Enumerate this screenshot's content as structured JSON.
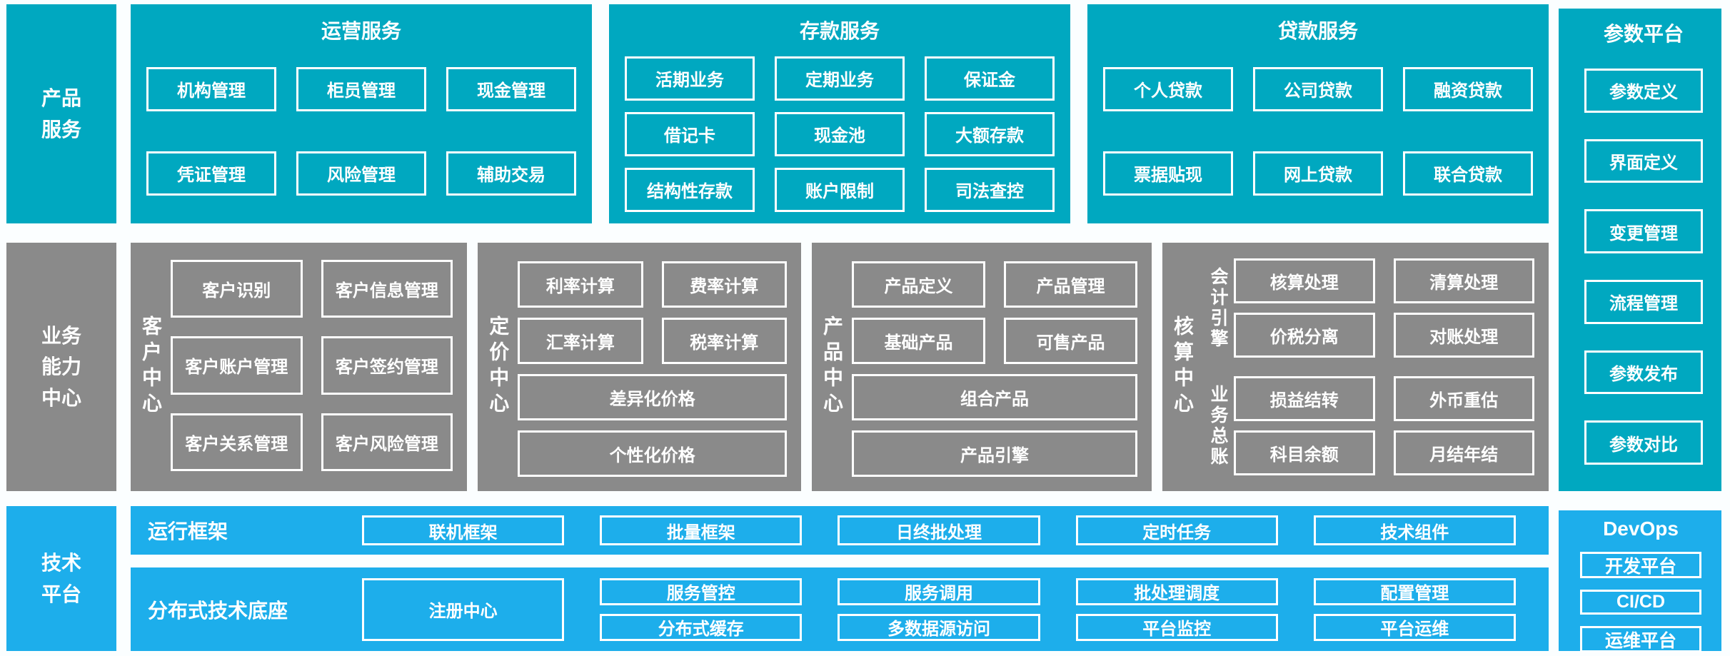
{
  "colors": {
    "teal": "#00a8c0",
    "gray": "#8a8a8a",
    "blue": "#1daeeb",
    "page_bg": "#fbfeff",
    "box_border": "#ffffff",
    "box_text": "#ffffff"
  },
  "left_rail": {
    "product_services": "产品服务",
    "business_capability": "业务能力中心",
    "tech_platform": "技术平台"
  },
  "top_panels": [
    {
      "title": "运营服务",
      "items": [
        "机构管理",
        "柜员管理",
        "现金管理",
        "凭证管理",
        "风险管理",
        "辅助交易"
      ]
    },
    {
      "title": "存款服务",
      "items": [
        "活期业务",
        "定期业务",
        "保证金",
        "借记卡",
        "现金池",
        "大额存款",
        "结构性存款",
        "账户限制",
        "司法查控"
      ]
    },
    {
      "title": "贷款服务",
      "items": [
        "个人贷款",
        "公司贷款",
        "融资贷款",
        "票据贴现",
        "网上贷款",
        "联合贷款"
      ]
    }
  ],
  "middle_panels": {
    "customer": {
      "label": "客户中心",
      "items": [
        "客户识别",
        "客户信息管理",
        "客户账户管理",
        "客户签约管理",
        "客户关系管理",
        "客户风险管理"
      ]
    },
    "pricing": {
      "label": "定价中心",
      "items": [
        "利率计算",
        "费率计算",
        "汇率计算",
        "税率计算"
      ],
      "wide_items": [
        "差异化价格",
        "个性化价格"
      ]
    },
    "product": {
      "label": "产品中心",
      "items": [
        "产品定义",
        "产品管理",
        "基础产品",
        "可售产品"
      ],
      "wide_items": [
        "组合产品",
        "产品引擎"
      ]
    },
    "accounting": {
      "label": "核算中心",
      "groups": [
        {
          "label": "会计引擎",
          "items": [
            "核算处理",
            "清算处理",
            "价税分离",
            "对账处理"
          ]
        },
        {
          "label": "业务总账",
          "items": [
            "损益结转",
            "外币重估",
            "科目余额",
            "月结年结"
          ]
        }
      ]
    }
  },
  "bottom": {
    "runtime": {
      "label": "运行框架",
      "items": [
        "联机框架",
        "批量框架",
        "日终批处理",
        "定时任务",
        "技术组件"
      ]
    },
    "distributed": {
      "label": "分布式技术底座",
      "registry": "注册中心",
      "items": [
        "服务管控",
        "服务调用",
        "批处理调度",
        "配置管理",
        "分布式缓存",
        "多数据源访问",
        "平台监控",
        "平台运维"
      ]
    }
  },
  "right_rail": {
    "parameters": {
      "title": "参数平台",
      "items": [
        "参数定义",
        "界面定义",
        "变更管理",
        "流程管理",
        "参数发布",
        "参数对比"
      ]
    },
    "devops": {
      "title": "DevOps",
      "items": [
        "开发平台",
        "CI/CD",
        "运维平台"
      ]
    }
  }
}
